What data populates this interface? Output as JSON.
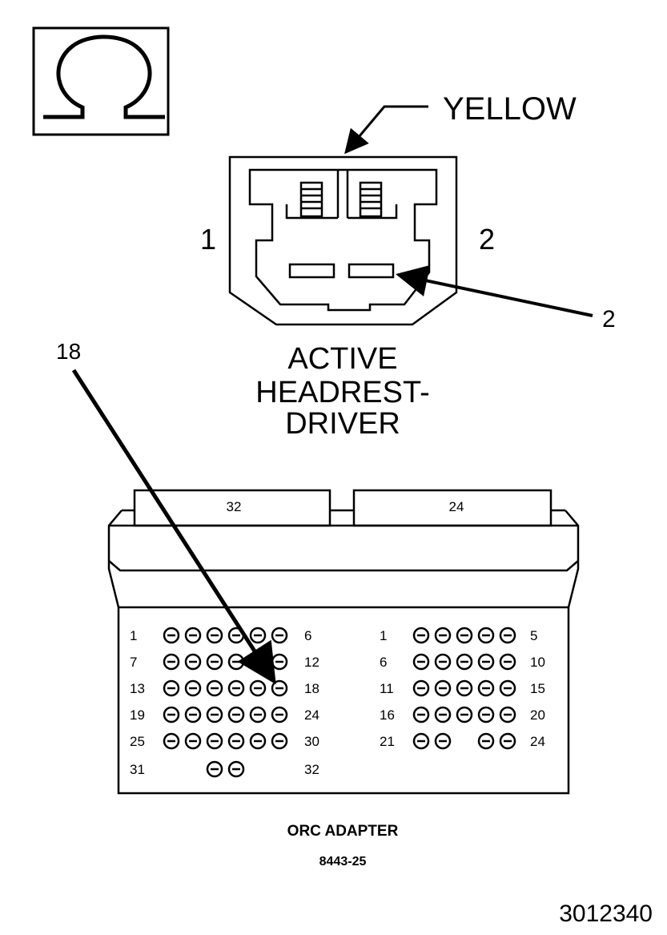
{
  "symbol": {
    "name": "ohm-symbol"
  },
  "connector": {
    "color_label": "YELLOW",
    "left_pin_label": "1",
    "right_pin_label": "2",
    "callout_label": "2",
    "title_lines": [
      "ACTIVE",
      "HEADREST-",
      "DRIVER"
    ]
  },
  "adapter": {
    "callout_label": "18",
    "left_tab_label": "32",
    "right_tab_label": "24",
    "name": "ORC ADAPTER",
    "part_number": "8443-25",
    "left_block": [
      {
        "start": "1",
        "end": "6"
      },
      {
        "start": "7",
        "end": "12"
      },
      {
        "start": "13",
        "end": "18"
      },
      {
        "start": "19",
        "end": "24"
      },
      {
        "start": "25",
        "end": "30"
      },
      {
        "start": "31",
        "end": "32"
      }
    ],
    "right_block": [
      {
        "start": "1",
        "end": "5"
      },
      {
        "start": "6",
        "end": "10"
      },
      {
        "start": "11",
        "end": "15"
      },
      {
        "start": "16",
        "end": "20"
      },
      {
        "start": "21",
        "end": "24"
      }
    ]
  },
  "figure_number": "3012340"
}
